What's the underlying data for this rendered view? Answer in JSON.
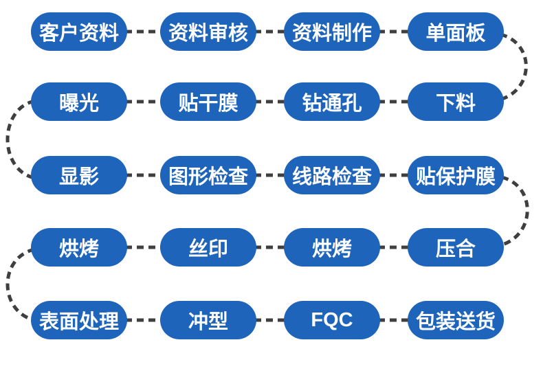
{
  "colors": {
    "node_fill": "#1e64ba",
    "node_text": "#ffffff",
    "connector": "#3f3f3f",
    "background": "#ffffff"
  },
  "flow": {
    "rows": [
      {
        "nodes": [
          "客户资料",
          "资料审核",
          "资料制作",
          "单面板"
        ]
      },
      {
        "nodes": [
          "曝光",
          "贴干膜",
          "钻通孔",
          "下料"
        ]
      },
      {
        "nodes": [
          "显影",
          "图形检查",
          "线路检查",
          "贴保护膜"
        ]
      },
      {
        "nodes": [
          "烘烤",
          "丝印",
          "烘烤",
          "压合"
        ]
      },
      {
        "nodes": [
          "表面处理",
          "冲型",
          "FQC",
          "包装送货"
        ]
      }
    ]
  }
}
